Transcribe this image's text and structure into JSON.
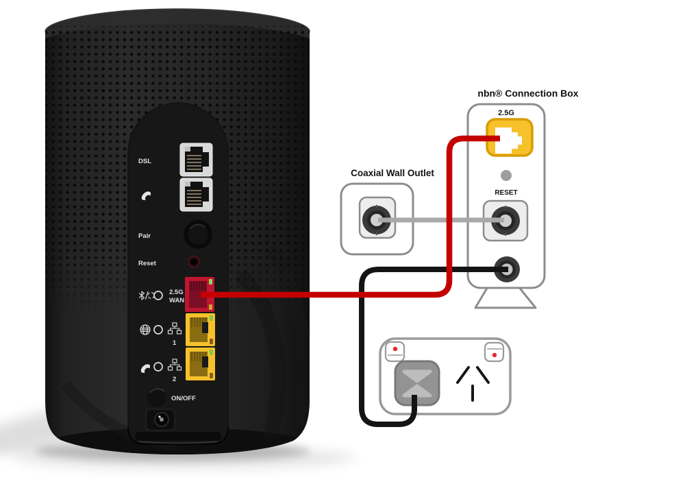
{
  "colors": {
    "wan_cable": "#c40000",
    "coax_cable": "#a9a9a9",
    "power_cable": "#141414",
    "outline_gray": "#8c8c8c",
    "port_yellow": "#f6c12b",
    "port_yellow_border": "#d89c00",
    "port_red": "#bf1530",
    "led_red": "#e8262d",
    "modem_body": "#232323",
    "modem_panel": "#171717"
  },
  "nbn_box": {
    "title": "nbn® Connection Box",
    "port_label": "2.5G",
    "reset_label": "RESET"
  },
  "wall_outlet": {
    "title": "Coaxial Wall Outlet"
  },
  "modem": {
    "dsl_label": "DSL",
    "pair_label": "Pair",
    "reset_label": "Reset",
    "wan_label_line1": "2.5G",
    "wan_label_line2": "WAN",
    "lan1_label": "1",
    "lan2_label": "2",
    "power_label": "ON/OFF"
  },
  "icons": {
    "phone": "telephone-handset",
    "bluetooth_pair": "bluetooth-pairing",
    "globe": "internet-globe",
    "ethernet": "lan-network-nodes"
  }
}
